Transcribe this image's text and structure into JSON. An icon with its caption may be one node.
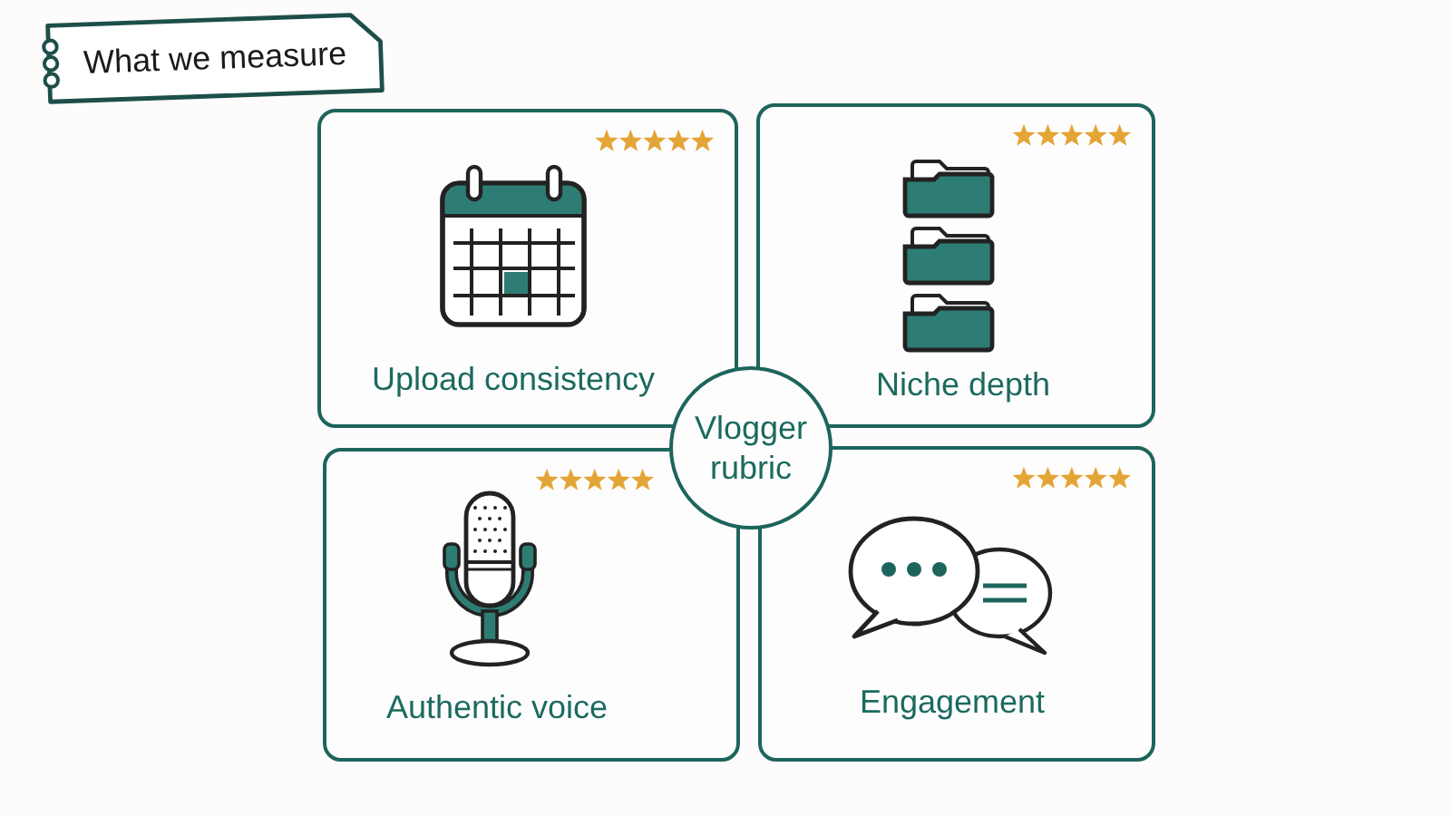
{
  "diagram": {
    "nodes": [
      {
        "text": [
          "What we measure"
        ]
      },
      {
        "text": [
          "Upload consistency"
        ]
      },
      {
        "text": [
          "Niche depth"
        ]
      },
      {
        "text": [
          "Authentic voice"
        ]
      },
      {
        "text": [
          "Engagement"
        ]
      },
      {
        "text": [
          "Vlogger rubric"
        ]
      }
    ]
  }
}
